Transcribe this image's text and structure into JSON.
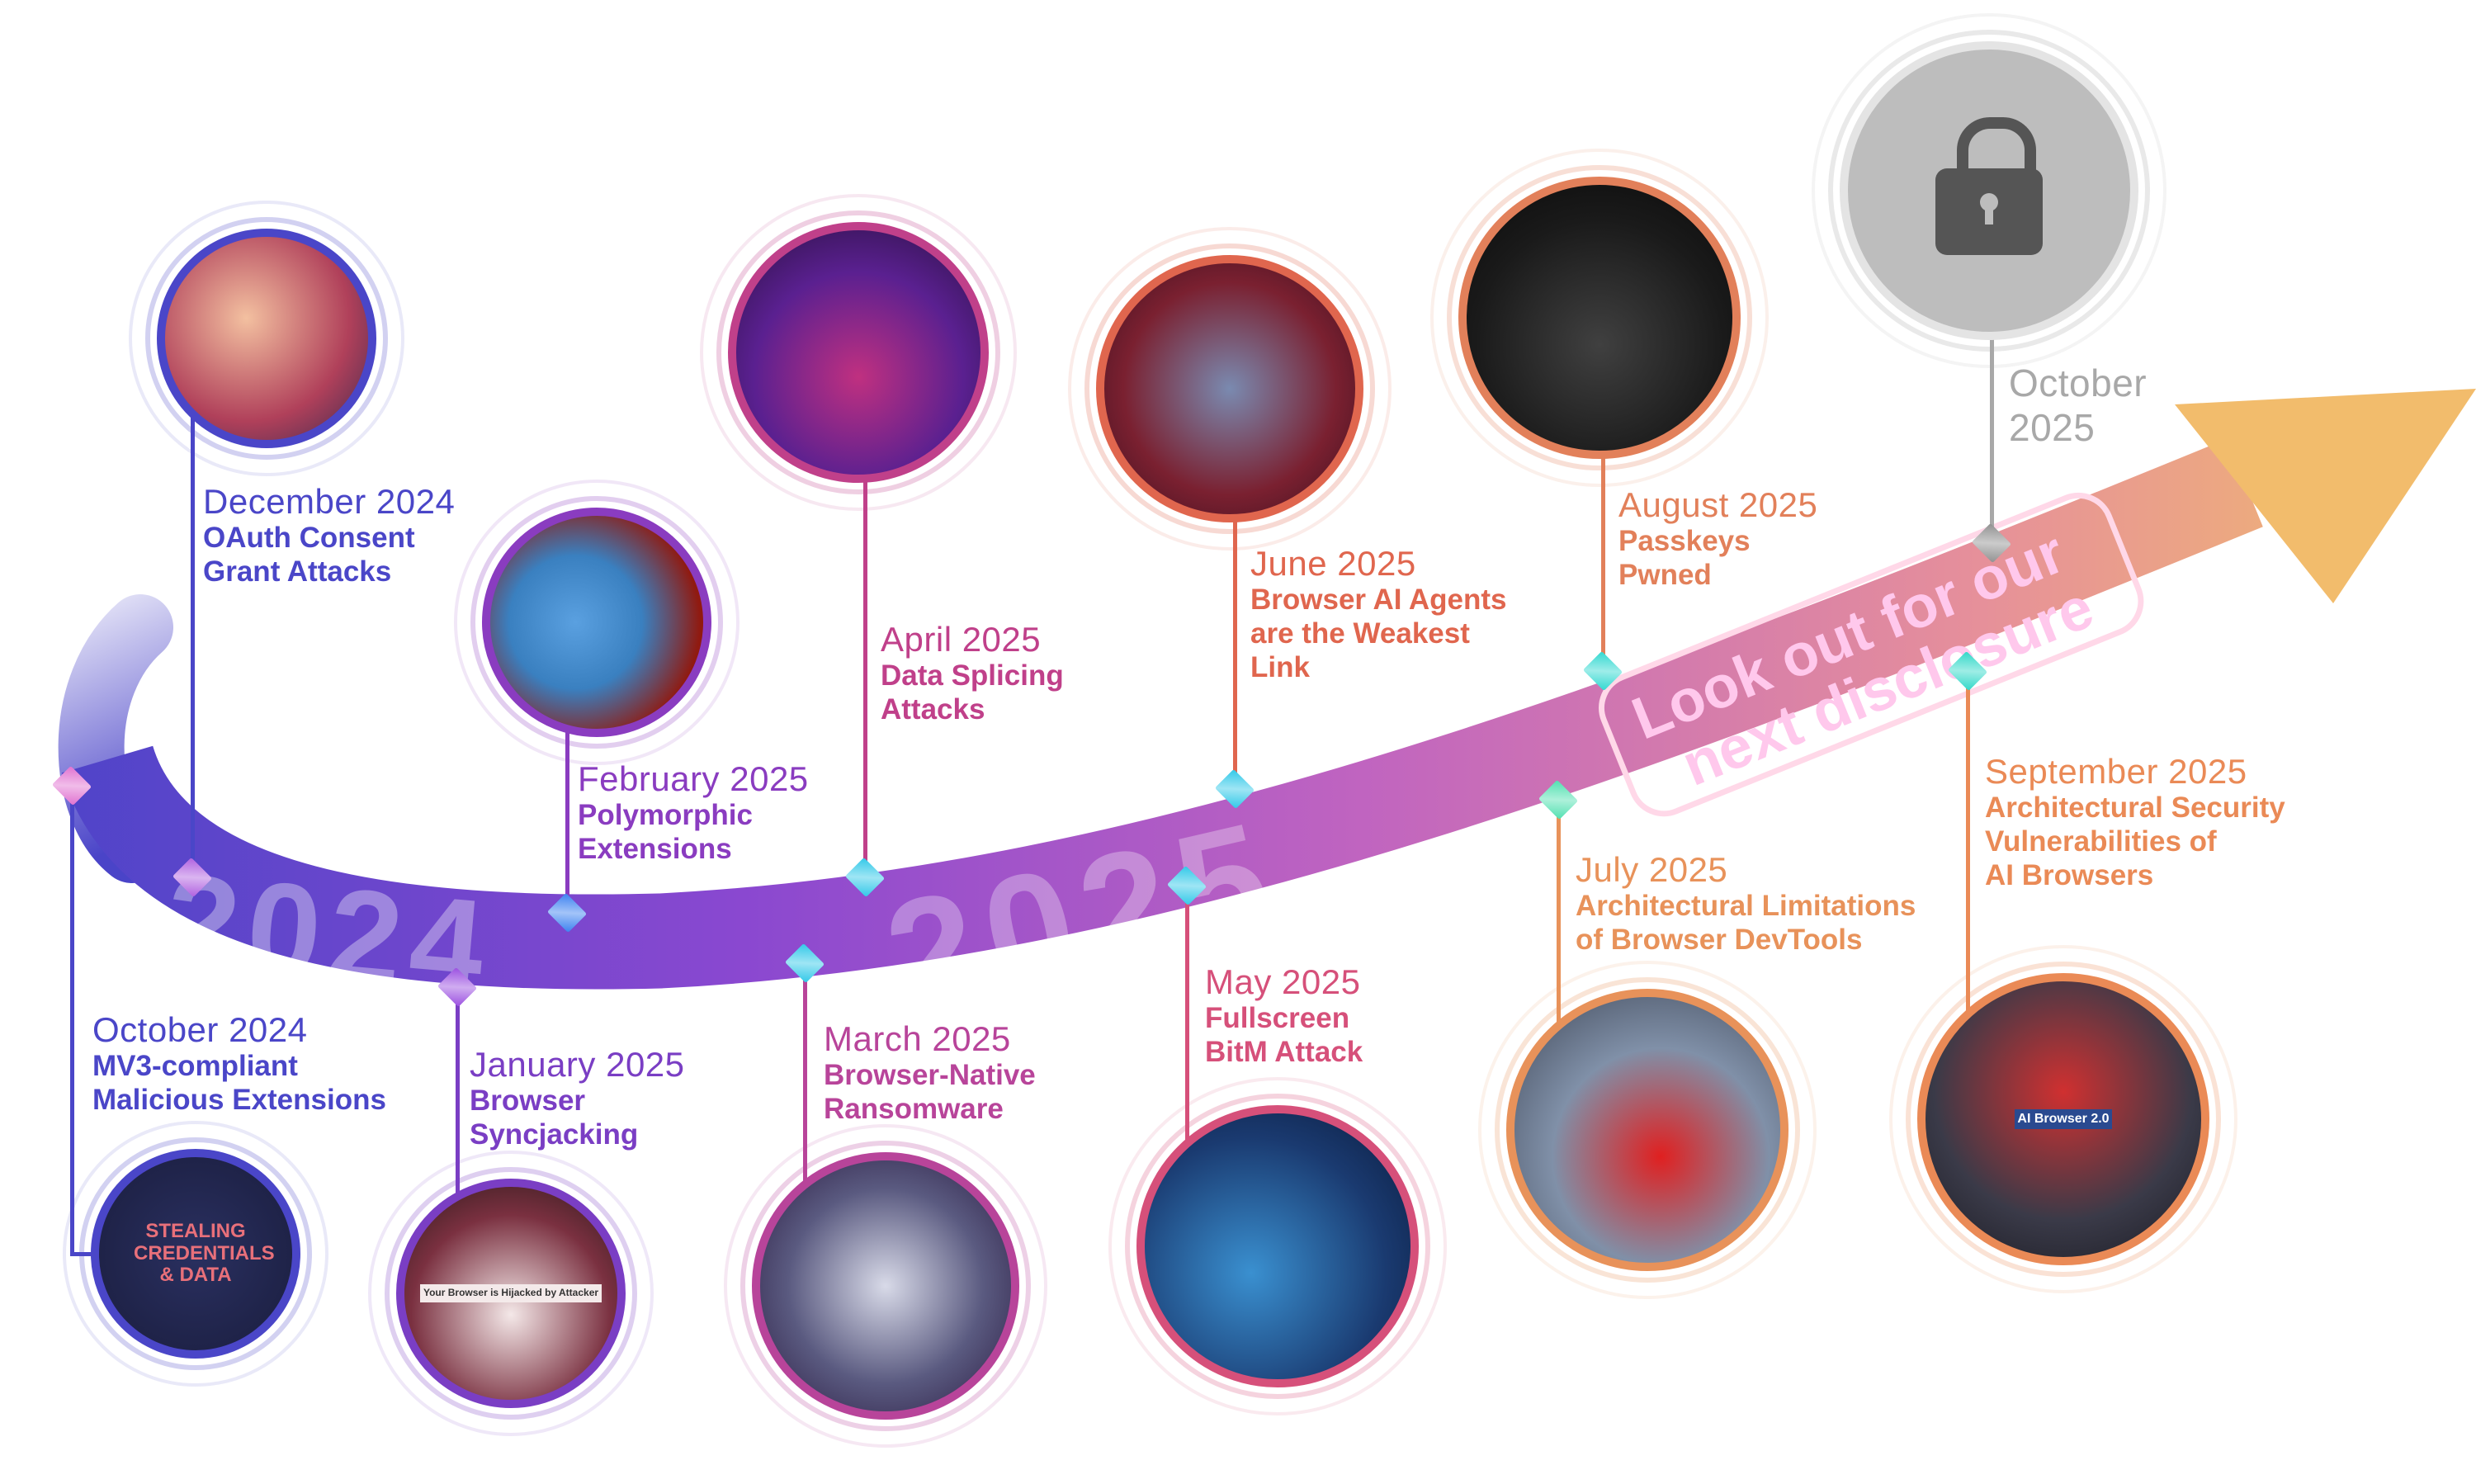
{
  "band": {
    "year_2024": "2024",
    "year_2025": "2025",
    "banner_line1": "Look out for our",
    "banner_line2": "next disclosure"
  },
  "events": [
    {
      "date": "October 2024",
      "title": [
        "MV3-compliant",
        "Malicious Extensions"
      ],
      "color": "#4a46c8",
      "image_text": "STEALING CREDENTIALS & DATA"
    },
    {
      "date": "December 2024",
      "title": [
        "OAuth Consent",
        "Grant Attacks"
      ],
      "color": "#4a46c8"
    },
    {
      "date": "January 2025",
      "title": [
        "Browser",
        "Syncjacking"
      ],
      "color": "#7a3ec4",
      "image_text": "Your Browser is Hijacked by Attacker"
    },
    {
      "date": "February 2025",
      "title": [
        "Polymorphic",
        "Extensions"
      ],
      "color": "#8a3cc0"
    },
    {
      "date": "March 2025",
      "title": [
        "Browser-Native",
        "Ransomware"
      ],
      "color": "#b8449a"
    },
    {
      "date": "April 2025",
      "title": [
        "Data Splicing",
        "Attacks"
      ],
      "color": "#c0408a"
    },
    {
      "date": "May 2025",
      "title": [
        "Fullscreen",
        "BitM Attack"
      ],
      "color": "#d6507a"
    },
    {
      "date": "June 2025",
      "title": [
        "Browser AI Agents",
        "are the Weakest",
        "Link"
      ],
      "color": "#e0664e"
    },
    {
      "date": "July 2025",
      "title": [
        "Architectural Limitations",
        "of Browser DevTools"
      ],
      "color": "#e8925a"
    },
    {
      "date": "August 2025",
      "title": [
        "Passkeys",
        "Pwned"
      ],
      "color": "#e2805a"
    },
    {
      "date": "September 2025",
      "title": [
        "Architectural Security",
        "Vulnerabilities of",
        "AI Browsers"
      ],
      "color": "#ea8a56",
      "image_text": "AI Browser 2.0"
    },
    {
      "date": "October 2025",
      "title": [],
      "color": "#a8a8a8"
    }
  ]
}
